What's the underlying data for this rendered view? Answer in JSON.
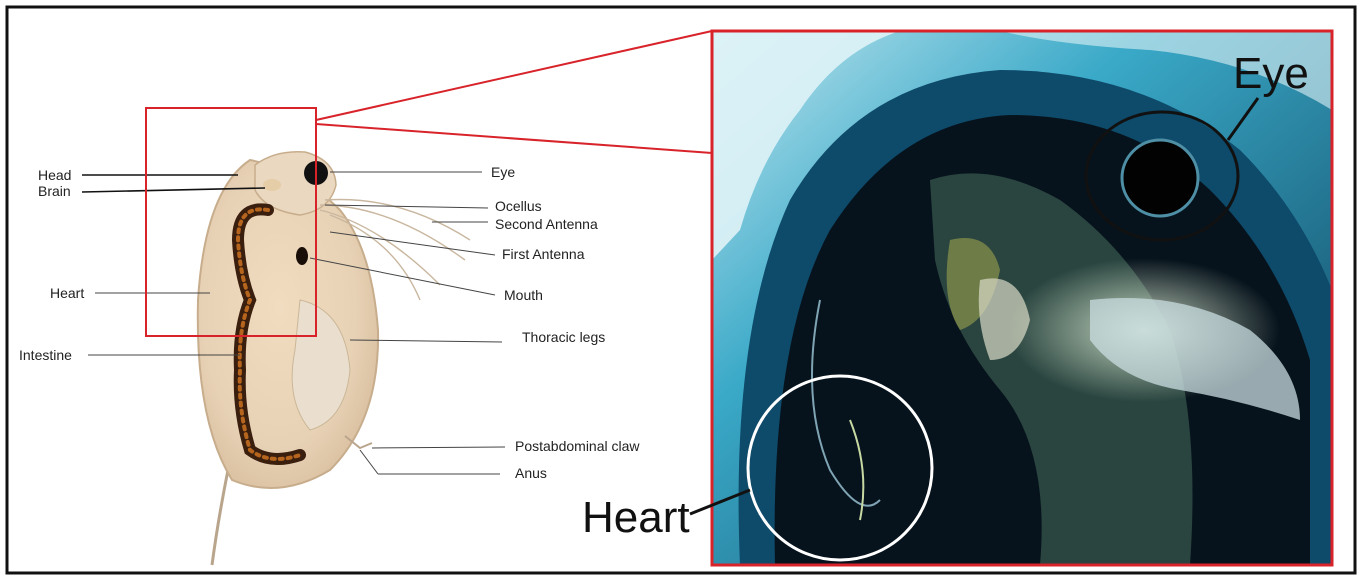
{
  "diagram": {
    "labels_left": {
      "head": "Head",
      "brain": "Brain",
      "heart": "Heart",
      "intestine": "Intestine"
    },
    "labels_right": {
      "eye": "Eye",
      "ocellus": "Ocellus",
      "second_antenna": "Second Antenna",
      "first_antenna": "First Antenna",
      "mouth": "Mouth",
      "thoracic_legs": "Thoracic legs",
      "postabdominal_claw": "Postabdominal claw",
      "anus": "Anus"
    }
  },
  "zoom_panel": {
    "eye_label": "Eye",
    "heart_label": "Heart"
  },
  "colors": {
    "highlight_frame": "#d8232a",
    "outer_border": "#111111",
    "heart_circle": "#ffffff",
    "eye_circle": "#111111"
  }
}
